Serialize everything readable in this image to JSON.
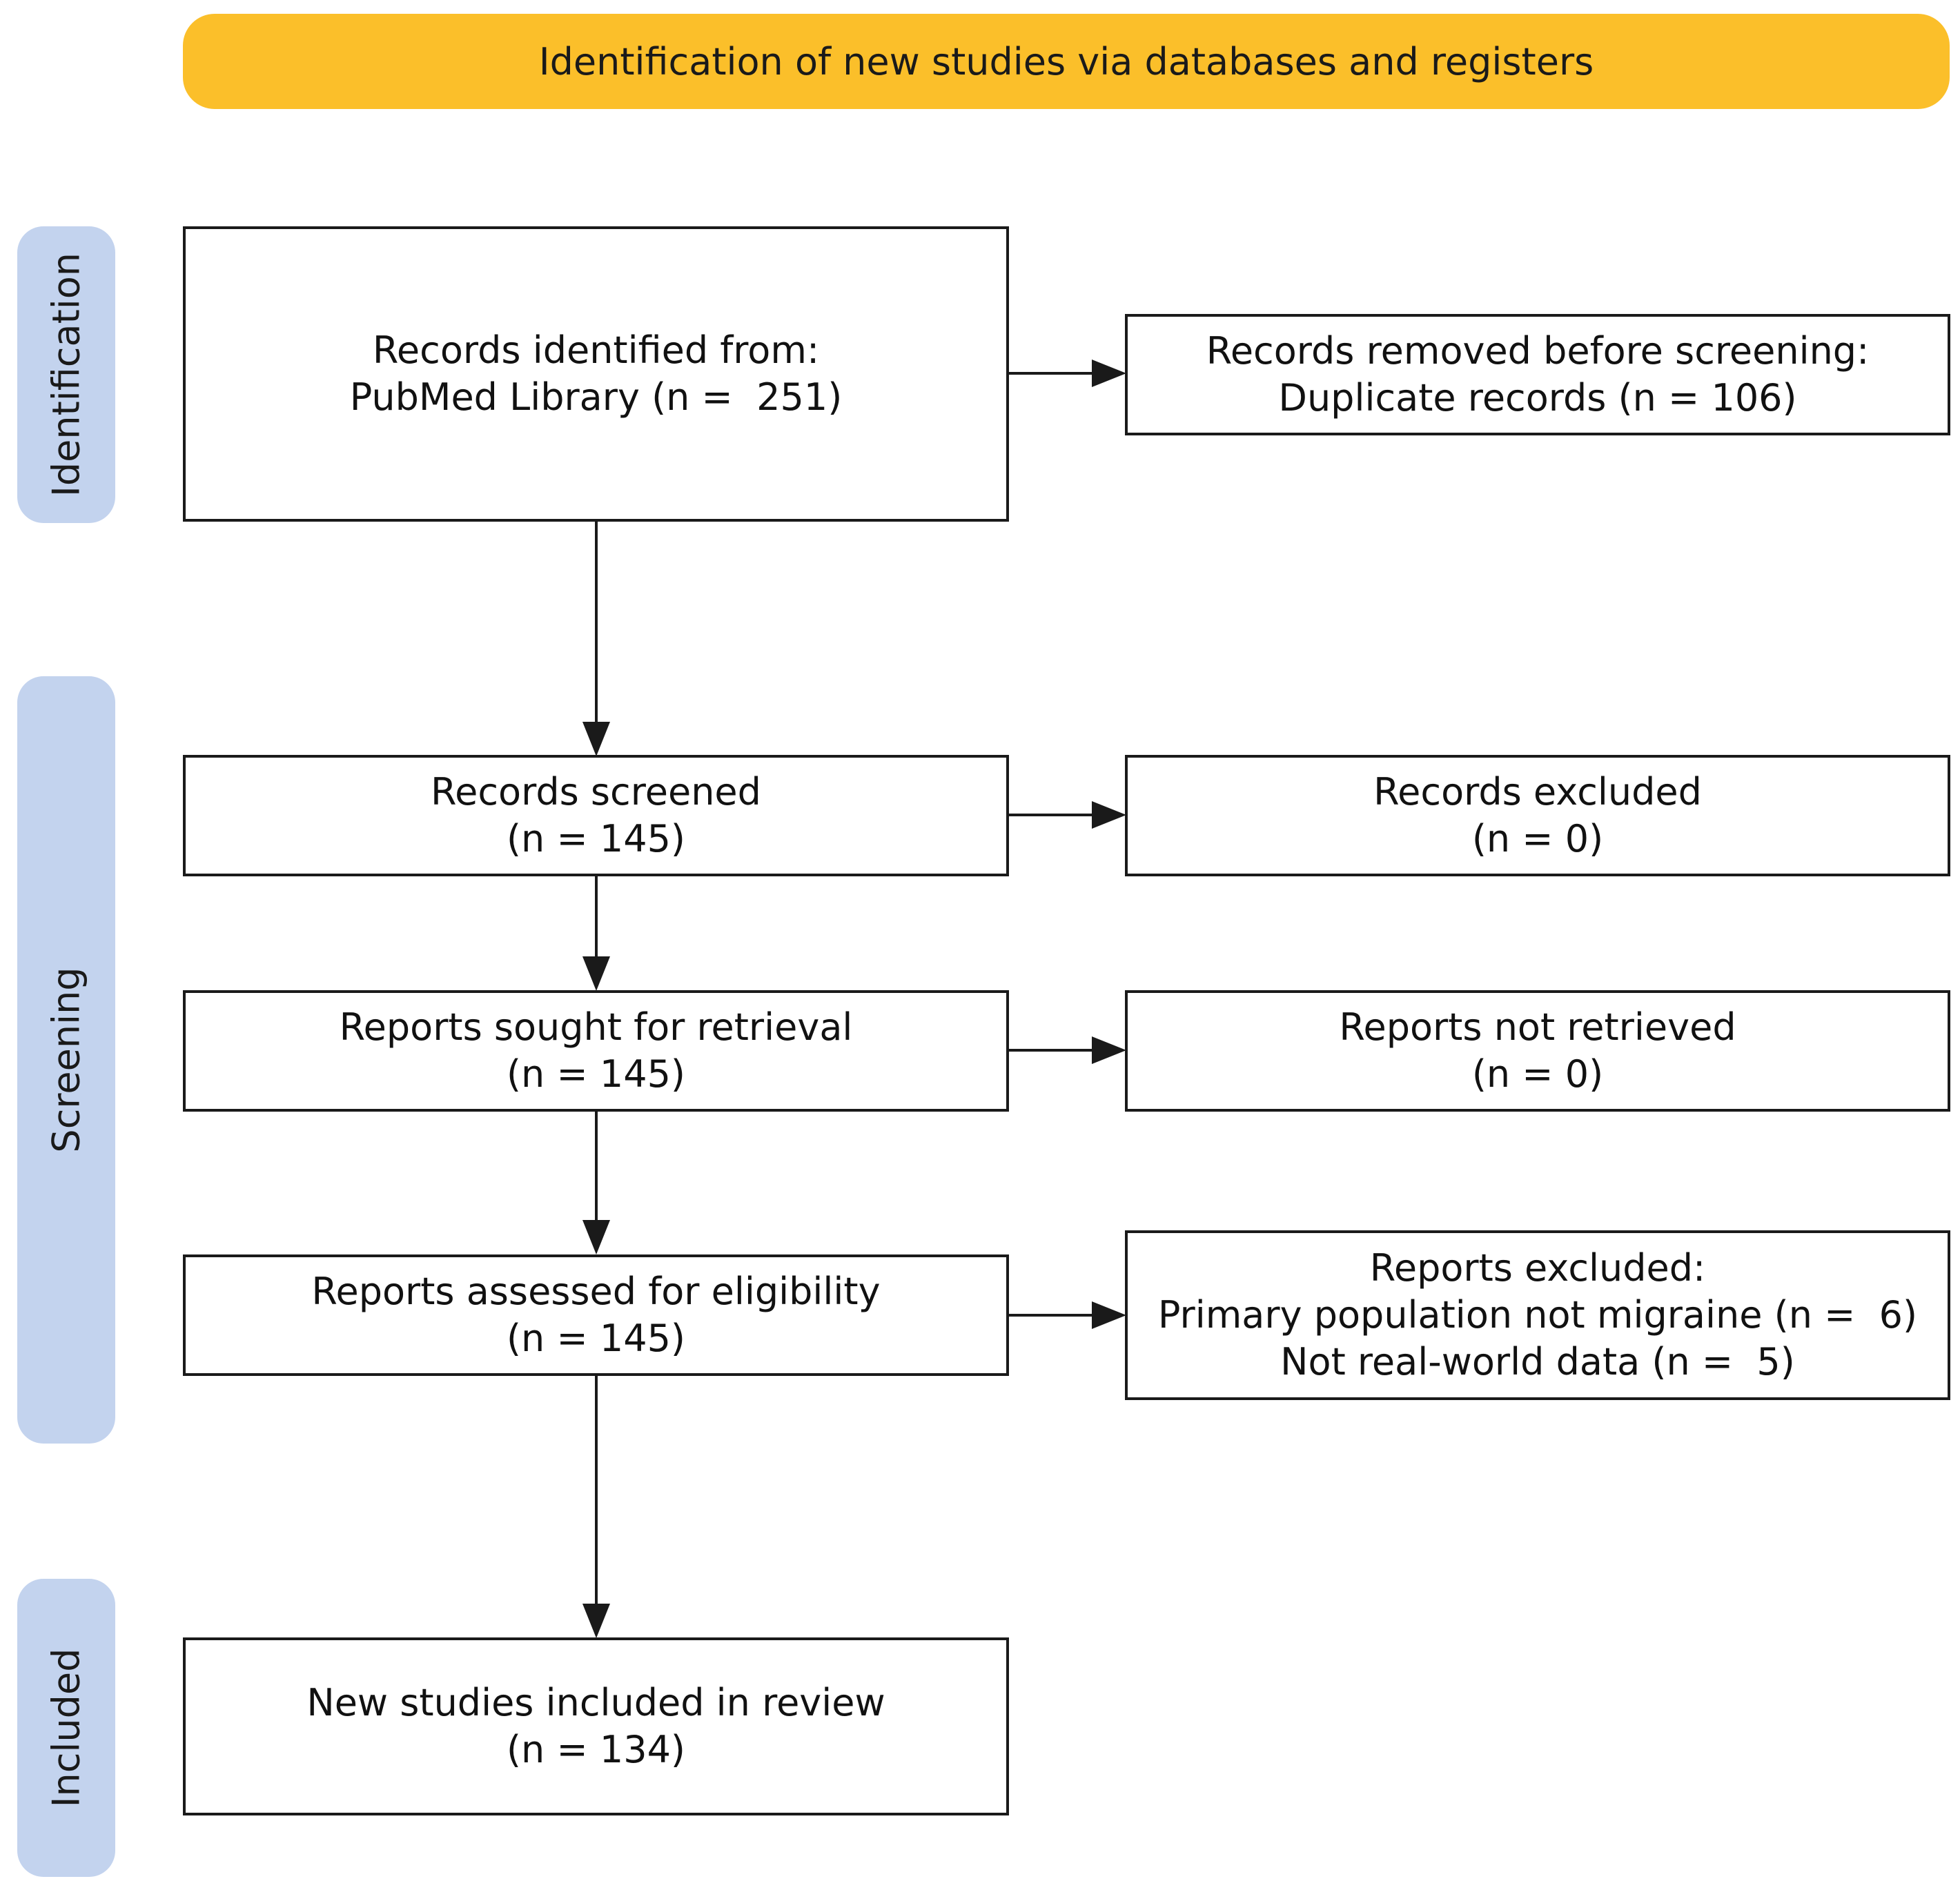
{
  "header": {
    "title": "Identification of new studies via databases and registers"
  },
  "phases": {
    "identification": "Identification",
    "screening": "Screening",
    "included": "Included"
  },
  "boxes": {
    "records_identified": {
      "line1": "Records identified from:",
      "line2": "PubMed Library (n =  251)"
    },
    "records_removed": {
      "line1": "Records removed before screening:",
      "line2": "Duplicate records (n = 106)"
    },
    "records_screened": {
      "line1": "Records screened",
      "line2": "(n = 145)"
    },
    "records_excluded": {
      "line1": "Records excluded",
      "line2": "(n = 0)"
    },
    "reports_sought": {
      "line1": "Reports sought for retrieval",
      "line2": "(n = 145)"
    },
    "reports_not_retrieved": {
      "line1": "Reports not retrieved",
      "line2": "(n = 0)"
    },
    "reports_assessed": {
      "line1": "Reports assessed for eligibility",
      "line2": "(n = 145)"
    },
    "reports_excluded": {
      "line1": "Reports excluded:",
      "line2": "Primary population not migraine (n =  6)",
      "line3": "Not real-world data (n =  5)"
    },
    "studies_included": {
      "line1": "New studies included in review",
      "line2": "(n = 134)"
    }
  },
  "colors": {
    "header": "#fbbf2a",
    "phase": "#c3d3ee",
    "stroke": "#1a1a1a"
  }
}
